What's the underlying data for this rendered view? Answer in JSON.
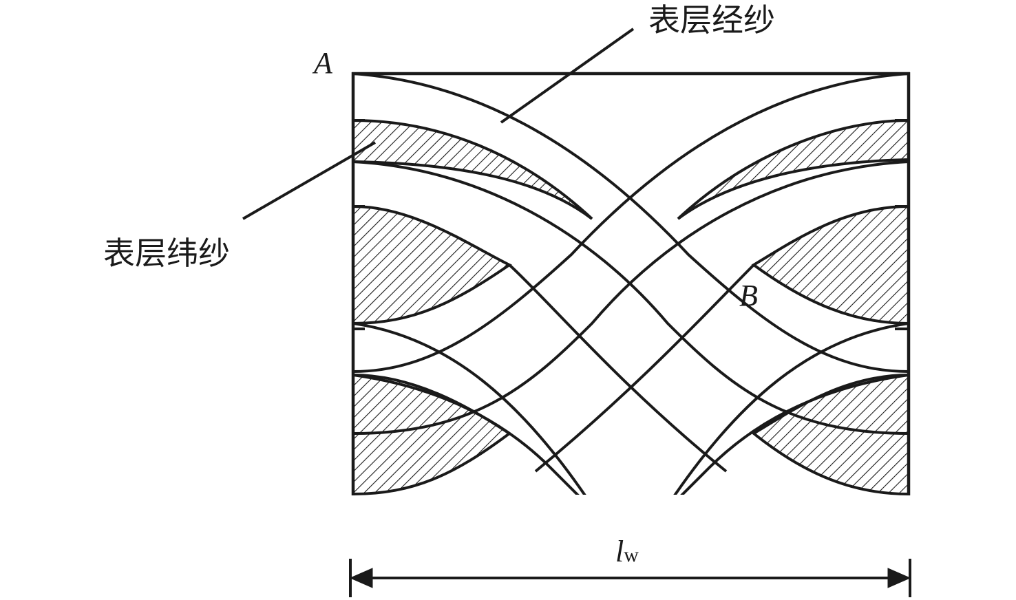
{
  "labels": {
    "warp_yarn": "表层经纱",
    "weft_yarn": "表层纬纱",
    "point_a": "A",
    "point_b": "B",
    "width_symbol": "l",
    "width_subscript": "w"
  },
  "colors": {
    "stroke": "#1a1a1a",
    "hatch": "#1a1a1a",
    "background": "#ffffff"
  }
}
